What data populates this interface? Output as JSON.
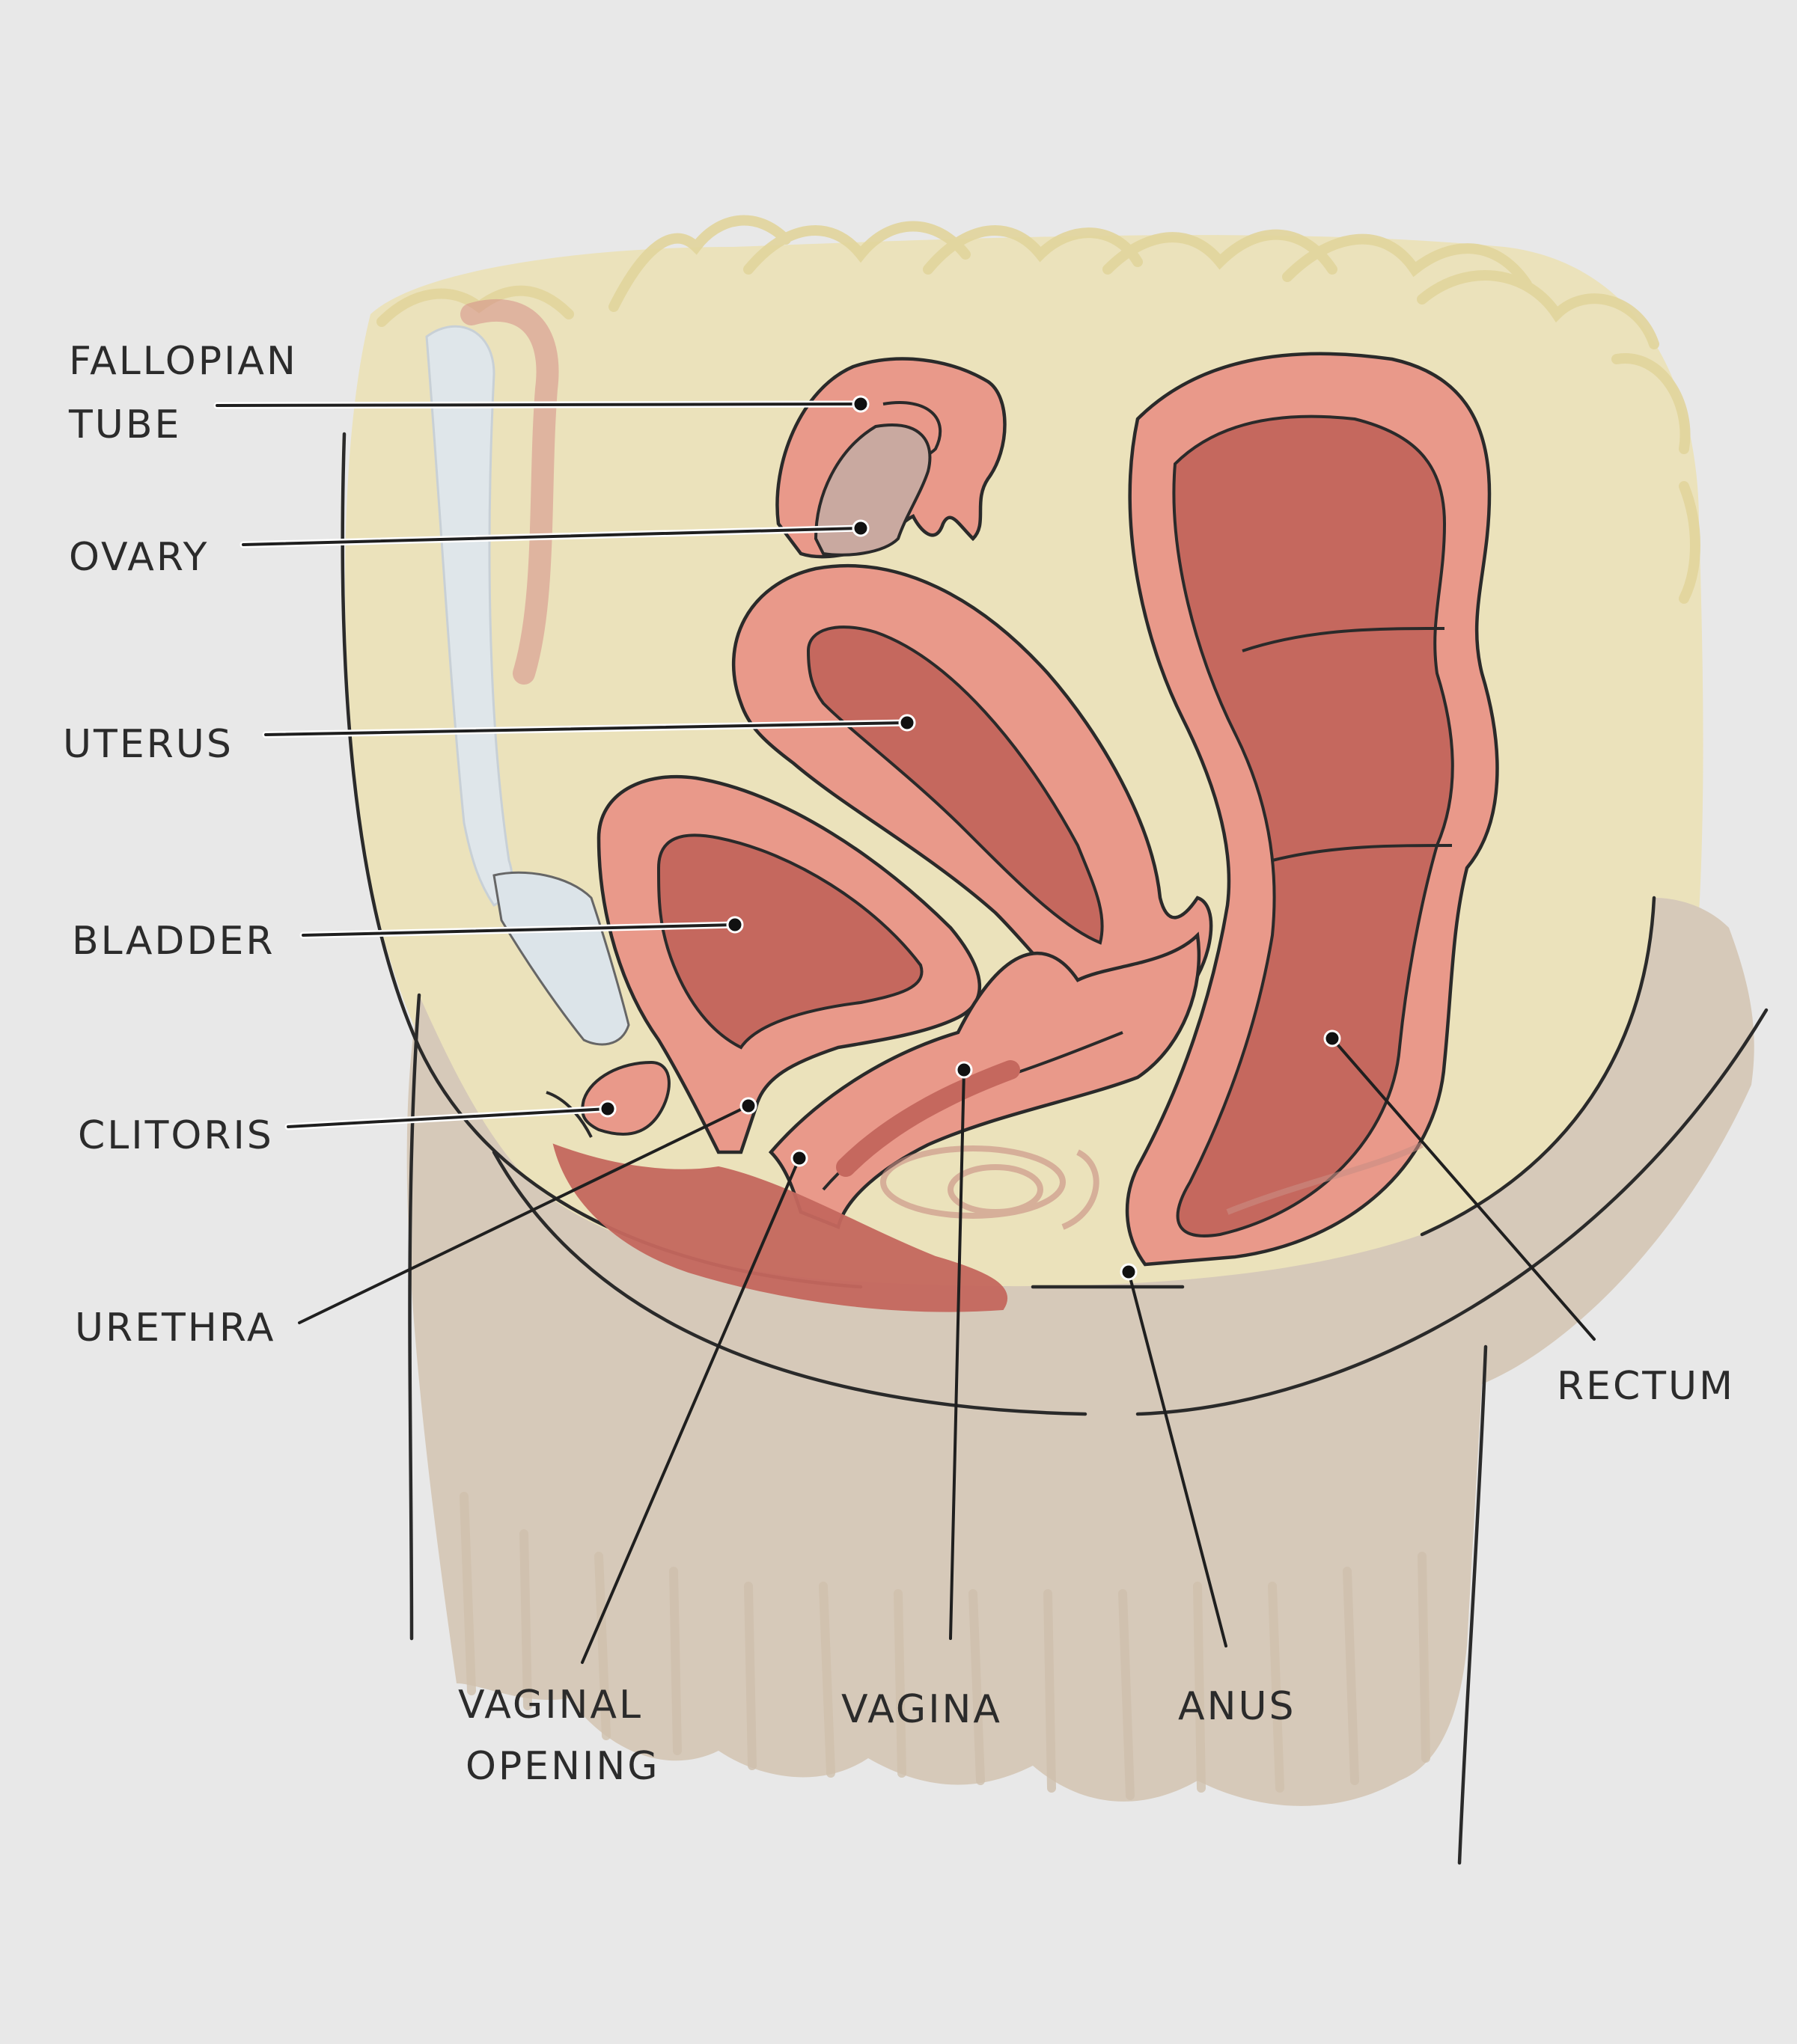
{
  "labels": {
    "fallopian_tube": [
      "FALLOPIAN",
      "TUBE"
    ],
    "ovary": "OVARY",
    "uterus": "UTERUS",
    "bladder": "BLADDER",
    "clitoris": "CLITORIS",
    "urethra": "URETHRA",
    "vaginal_opening": [
      "VAGINAL",
      "OPENING"
    ],
    "vagina": "VAGINA",
    "anus": "ANUS",
    "rectum": "RECTUM"
  },
  "colors": {
    "background": "#e8e8e8",
    "abdomen": "#ebe2bb",
    "abdomen_hatch": "#e6dba5",
    "thigh": "#d6c9b9",
    "organ_light": "#e9998a",
    "organ_dark": "#c5685e",
    "ovary": "#c9a9a0",
    "pubic_bone": "#e2e8ec",
    "outline": "#2a2a2a"
  }
}
